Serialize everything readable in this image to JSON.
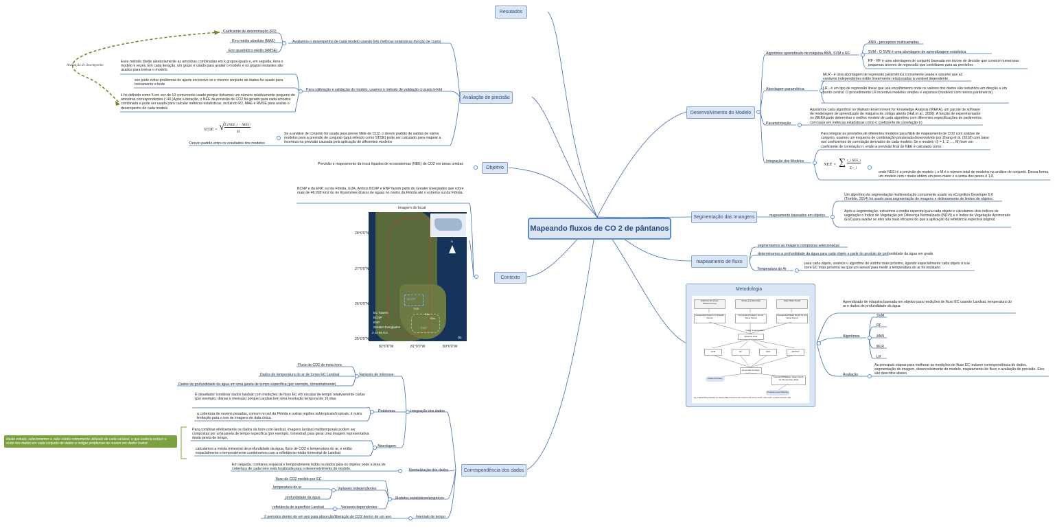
{
  "central": "Mapeando fluxos de CO 2 de pântanos",
  "topics": {
    "resultados": "Resutados",
    "avaliacao": "Avaliação de precisão",
    "objetivo": "Objetivo",
    "contexto": "Contexto",
    "correspondencia": "Correspondência dos dados",
    "desenvolvimento": "Desenvolvimento do Modelo",
    "segmentacao": "Segmentação das Imangens",
    "mapeamento": "mapeamento de fluxo"
  },
  "avaliacao": {
    "metricas": "Avaliamos o desempenho de cada modelo usando três métricas estatísticas (função de custo)",
    "r2": "Coeficiente de determinação (R2)",
    "mae": "Erro médio absoluto (MAE)",
    "rmse": "Erro quadrático médio (RMSE)",
    "annotation": "Avaliação de desempenho",
    "kfold": "Para calibração e validação do modelo, usamos o método de validação cruzada k-fold",
    "kfold_desc": "Esse método divide aleatoriamente as amostras combinadas em k grupos iguais e, em seguida, itera o modelo k vezes. Em cada iteração, um grupo é usado para avaliar o modelo e os grupos restantes são usados para treinar o modelo.",
    "overfit": "sso pode evitar problemas de ajuste excessivo se o mesmo conjunto de dados for usado para treinamento e teste",
    "k_def": "k foi definido como 5 em vez de 10 comumente usado porque tínhamos um número relativamente pequeno de amostras correspondentes (~40,)Após a iteração, o NEE da previsão de CO2 foi gerado para cada amostra combinada e pode ser usado para calcular métricas estatísticas, incluindo R2, MAE e RMSE para avaliar o desempenho de cada modelo",
    "stde_desc": "Se a análise de conjunto for usada para prever NEE de CO2, o desvio padrão de saídas de vários modelos para a previsão de conjunto (aqui referido como STDE) pode ser calculado para mapear a incerteza na previsão causada pela aplicação de diferentes modelos",
    "desvio": "Desvio padrão entre os resultados dos modelos",
    "stde_lhs": "STDE =",
    "stde_num": "Σ (NEE_i − NEE)²",
    "stde_den": "M"
  },
  "objetivo": {
    "text": "Previsão e mapeamento da troca líquidos de ecossistemas (NEE) de CO2 em áreas úmidas"
  },
  "contexto": {
    "text": "BCNP e da ENP, sul da Flórida, EUA. Ambos BCNP e ENP fazem parte do Greater Everglades que cobre mais de 46.000 km2 do rio Kissimmee divisor de águas no centro da Flórida até o extremo sul da Flórida.",
    "map_title": "Imagem do local",
    "lat_labels": [
      "28°0'0\"N",
      "27°0'0\"N",
      "26°0'0\"N",
      "25°0'0\"N"
    ],
    "lon_labels": [
      "82°0'0\"W",
      "81°0'0\"W",
      "80°0'0\"W"
    ],
    "legend": [
      "EC Towers",
      "BCNP",
      "ENP",
      "Greater Everglades"
    ],
    "scale": "0  25  50 Km",
    "panel": "(b)",
    "sites": [
      "BCNP",
      "TCS",
      "ENP",
      "Elm",
      "Elm"
    ],
    "north": "N"
  },
  "correspondencia": {
    "integracao": "Integração dos dados",
    "variaveis": "Variáveis de interesse",
    "v1": "Fluxo de CO2 de meia hora",
    "v2": "Dados de temperatura do ar de torres EC Landsat",
    "v3": "Dados de profundidade da água em uma janela de tempo específica (por exemplo, trimestralmente)",
    "problemas": "Problemas",
    "p1": "É desafiador  combinar dados landsat com medições  de fluxo EC  em  escalas de  tempo relativamente curtas (por exemplo,  diárias e mensais) porque Landsat tem uma resolução temporal de 16 dias.",
    "p2": "a cobertura de nuvens pesadas,  comum no sul da Flórida e outras regiões subtropicais/tropicais, é outra limitação para o uso de imagens de data única.",
    "abordagem": "Abordagem",
    "a1": "Para combinar efetivamente os dados da torre  com landsat, imagens landsat multitemporais  podem ser compostas por uma janela de tempo específica (por exemplo, trimestral) para gerar uma imagem representativa desta janela de tempo.",
    "a2": "calculamos a média trimestral de profundidade da água, fluxo de CO2 e temperatura do ar, e então espacialmente e temporalmente combinamos com a refletância média trimestral de Landsat",
    "green_note": "Neste estudo, selecionamos o valor médio comumente utilizado de cada variável, o que poderia reduzir o ruído dos dados em cada conjunto de dados e mitigar problemas de nuvem em dados Isalnd.",
    "normalizacao": "Normalização dos dados",
    "n1": "Em seguida, combinou espacial e temporalmente todos os dados para os objetos onde a área de cobertura de cada torre está localizada para o desenvolvimento do modelo.",
    "modelos": "Modelos estatísticos/empíricos",
    "m_fluxo": "fluxo de CO2 medido por EC",
    "indep": "Variaveis independentes",
    "i1": "temperatura do ar",
    "i2": "profundidade da água",
    "dep": "Variaveis dependentes",
    "d1": "refletância de superfície Landsat",
    "intervalo": "Intervalo de tempo",
    "t1": "2 períodos dentro de um ano para absorção/liberação de CO2 dentro de um ano"
  },
  "desenvolvimento": {
    "algoritmos": "Algoritmos  aprendizado de máquina ANN, SVM e RF",
    "ann": "ANN - perceptron multicamadas",
    "svm": "SVM - O SVM é uma abordagem de aprendizagem estatística",
    "rf": "RF - RF é uma abordagem de conjunto baseada em árvore de decisão que constrói numerosas pequenas árvores de regressão que contribuem para as previsões",
    "abordagem": "Abordagem paramétrica",
    "mlr": "MLR - é uma abordagem de regressão paramétrica comumente usada e assume que as variáveis independentes estão linearmente relacionadas à variável dependente.",
    "lr": "LR - é um tipo de regressão linear que usa encolhimento onde os valores dos dados são reduzidos em direção a um ponto central. O procedimento LR incentiva modelos simples e esparsos (modelos com menos parâmetros).",
    "parametrizacao": "Parametrização",
    "param_text": "Ajustamos cada algoritmo no Waikato Environment for Knowledge Analysis (WEKA), um pacote de software de modelagem de aprendizado de máquina de código aberto (Hall et al., 2009). A função de experimentador no WEKA pode determinar o melhor modelo de cada algoritmo com diferentes especificações de parâmetros com base em métricas estatísticas como o coeficiente de correlação (r)",
    "integracao": "Integração dos Modelos",
    "integ_text": "Para integrar as previsões de diferentes modelos para NEE de mapeamento de CO2 com análise de conjunto, usamos um esquema de combinação ponderada desenvolvido por Zhang et al. (2018) com base nos coeficientes de correlação derivados de cada modelo. Se o modelo i (i = 1, 2, ..., M) tiver um coeficiente de correlação ri, então a previsão final de NEE é calculada como:",
    "nee_lhs": "NEE =",
    "nee_num": "r_i NEE_i",
    "nee_den": "Σ r_i",
    "nee_desc": "onde NEEi é a previsão do modelo i, e M é o número total de modelos na análise de conjunto. Dessa forma, um modelo com r maior obtém um peso maior e a soma dos pesos é 1,0."
  },
  "segmentacao": {
    "mapeamento": "mapeamento baseados em objetos",
    "s1": "Um algoritmo de segmentação multiresolução comumente usado no eCognition Developer 9.0 (Trimble, 2014) foi usado para segmentação de imagens e delineamento de limites de objetos.",
    "s2": "Após a segmentação, extraímos a média espectral para cada objeto e calculamos dois índices de vegetação o Índice de Vegetação por Diferença Normalizada (NDVI) e o Índice de Vegetação Aprimorado (EVI) para avaliar se eles são mais eficazes do que a aplicação da refletância espectral original."
  },
  "mapeamento": {
    "m1": "segmentamos as imagens compostas selecionadas",
    "m2": "determinamos a profundidade da água para cada objeto a partir do produto de profundidade da água em grade",
    "temp": "Temperatura do Ar",
    "temp_text": "para cada objeto, usamos o algoritmo do vizinho mais próximo, ligando espacialmente cada objeto à sua torre EC mais próxima na qual um sensor para medir a temperatura do ar foi instalado"
  },
  "metodologia": {
    "title": "Metodologia",
    "inputs": [
      "Half-hour EC Tower Measurements",
      "16-day Landsat Data",
      "Daily Water Depth"
    ],
    "step2": [
      "Composited Data for a Specific Period",
      "Composited Imagery for the Same Period",
      "Composited Water Depth for the Same Period"
    ],
    "seg": "Image Segmentation",
    "matched": "Matched Data",
    "models": [
      "SVM",
      "RF",
      "ANN",
      "MLR/LR"
    ],
    "ensemble": "Ensemble Analysis",
    "accuracy": "Model Accuracy",
    "combined": "Combined Landsat, Water Depth, Air Temperature Data",
    "prediction": "Prediction and Mapping",
    "caption": "Fig. 3. Methodology flowchart for mapping NEE of CO2 from EC measurements using Landsat, water depth, and air temperature data.",
    "intro": "Aprendizado de máquina baseada em objetos para medições de fluxo EC usando Landsat, temperatura do ar e dados de profundidade da água",
    "algoritmos": "Algoritmos",
    "algs": [
      "SVM",
      "RF",
      "ANN",
      "MLR",
      "LR"
    ],
    "avaliacao": "Avaliação",
    "aval_text": "As principais etapas para melhorar as medições de fluxo EC incluem correspondência de dados, segmentação de imagem, desenvolvimento de modelo, mapeamento de fluxo e avaliação de precisão. Eles são descritos abaixo"
  }
}
